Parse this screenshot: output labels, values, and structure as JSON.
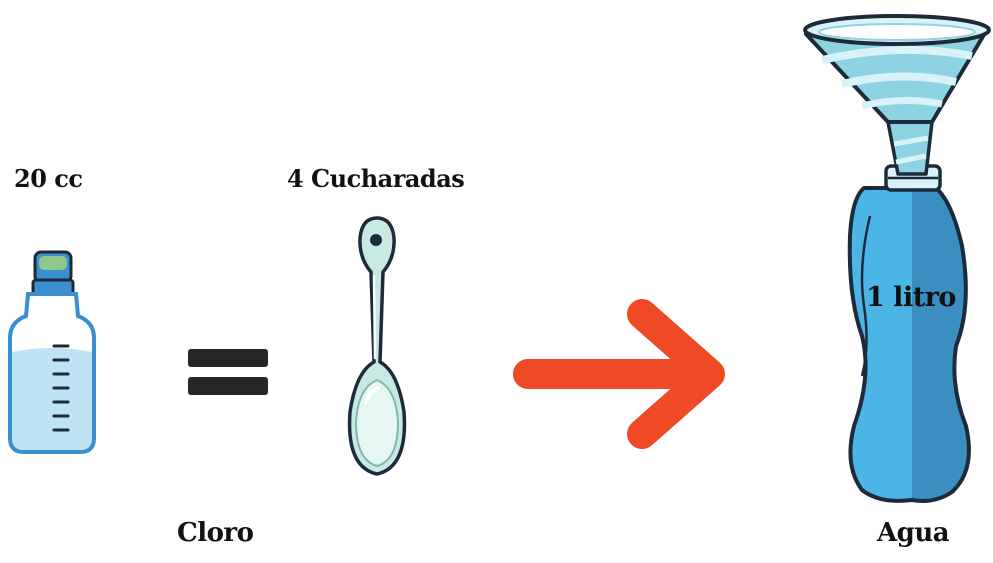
{
  "labels": {
    "left_amount": "20 cc",
    "spoon_amount": "4 Cucharadas",
    "bottle_amount": "1 litro",
    "left_caption": "Cloro",
    "right_caption": "Agua"
  },
  "icons": {
    "small_bottle": "baby-bottle-icon",
    "equals": "equals-sign-icon",
    "spoon": "spoon-icon",
    "arrow": "arrow-right-icon",
    "funnel": "funnel-icon",
    "large_bottle": "water-bottle-icon"
  },
  "colors": {
    "arrow": "#EE4A26",
    "equals": "#262626",
    "bottle_blue": "#4BB6E6",
    "bottle_dark": "#3B8FC0",
    "funnel_light": "#D8F3F8",
    "funnel_stripe": "#8ED3E2",
    "spoon_fill": "#C8E8E3",
    "small_bottle_liquid": "#BFE3F3",
    "cap_green": "#8DC78A",
    "outline": "#1d2a3a"
  }
}
